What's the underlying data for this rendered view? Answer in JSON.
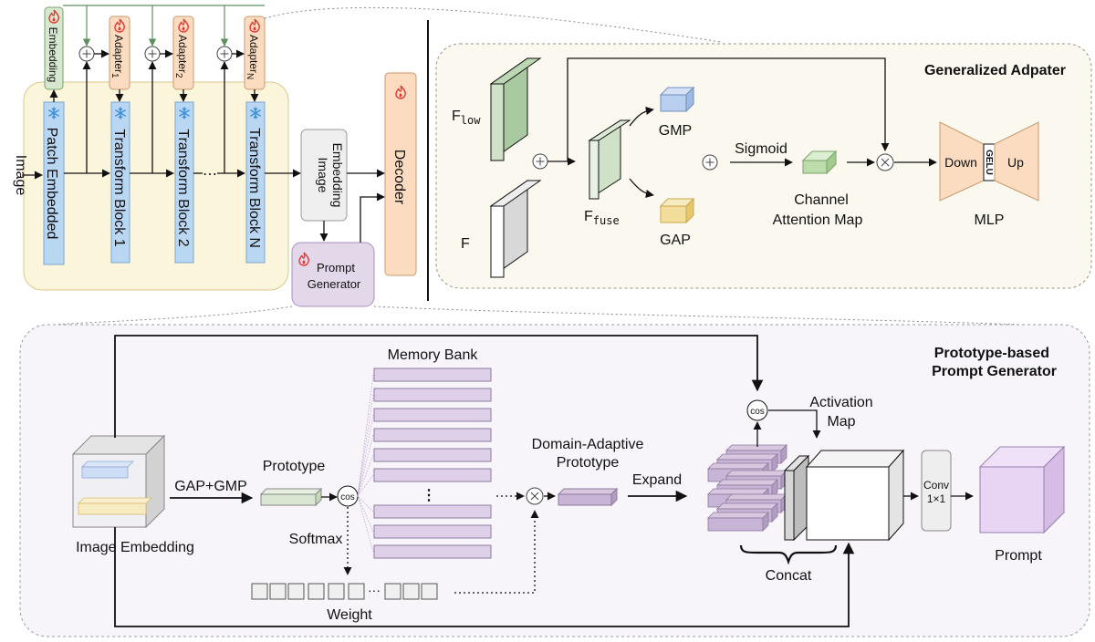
{
  "top": {
    "input_label": "Image",
    "embedding_label": "Embedding",
    "patch_embedded": "Patch Embedded",
    "blocks": [
      "Transform Block 1",
      "Transform Block 2",
      "Transform Block N"
    ],
    "adapters": [
      "Adapter",
      "Adapter",
      "Adapter"
    ],
    "adapter_subs": [
      "1",
      "2",
      "N"
    ],
    "ellipsis": "⋯",
    "image_embedding": [
      "Image",
      "Embedding"
    ],
    "prompt_generator": [
      "Prompt",
      "Generator"
    ],
    "decoder": "Decoder"
  },
  "adapter_panel": {
    "title": "Generalized Adpater",
    "f_low": "F",
    "f_low_sub": "low",
    "f": "F",
    "f_fuse": "F",
    "f_fuse_sub": "fuse",
    "gmp": "GMP",
    "gap": "GAP",
    "sigmoid": "Sigmoid",
    "channel_attention_map": [
      "Channel",
      "Attention Map"
    ],
    "mlp": "MLP",
    "down": "Down",
    "up": "Up",
    "gelu": "GELU"
  },
  "prompt_panel": {
    "title": [
      "Prototype-based",
      "Prompt Generator"
    ],
    "image_embedding": "Image Embedding",
    "gap_gmp": "GAP+GMP",
    "prototype": "Prototype",
    "cos": "cos",
    "softmax": "Softmax",
    "memory_bank": "Memory Bank",
    "vdots": "⋮",
    "weight": "Weight",
    "weight_dots": "···",
    "domain_adaptive_prototype": [
      "Domain-Adaptive",
      "Prototype"
    ],
    "expand": "Expand",
    "activation_map": [
      "Activation",
      "Map"
    ],
    "concat": "Concat",
    "conv": [
      "Conv",
      "1×1"
    ],
    "prompt": "Prompt"
  },
  "colors": {
    "frozen_blue": "#b9d6f2",
    "adapter_orange": "#fbdcc0",
    "embed_green": "#d6e8cf",
    "panel_yellow": "#fbf5dc",
    "decoder_orange": "#fbdcc0",
    "prompt_purple": "#e3d7ea",
    "memory_purple": "#ddd0e8",
    "fire_red": "#e53935",
    "snow_blue": "#3b8fd9"
  },
  "icons": [
    "snowflake-icon",
    "fire-icon",
    "plus-circle-icon",
    "times-circle-icon"
  ]
}
